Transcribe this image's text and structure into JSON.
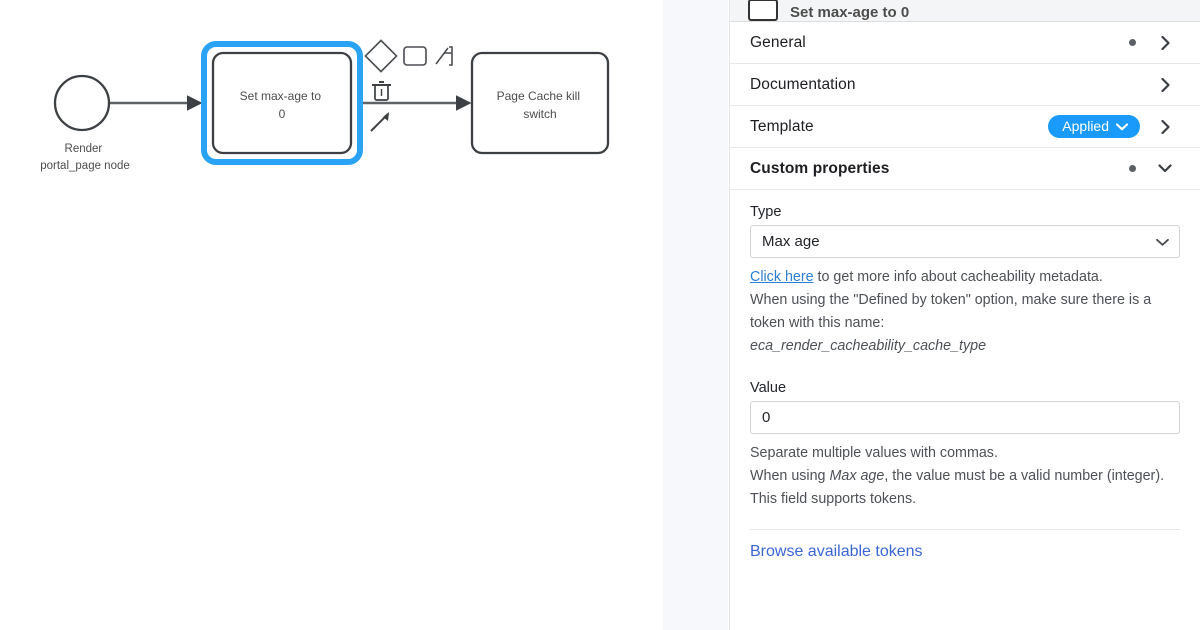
{
  "canvas": {
    "start_event": {
      "label_line1": "Render",
      "label_line2": "portal_page node",
      "icon": "start-event-circle"
    },
    "task_selected": {
      "label_line1": "Set max-age to",
      "label_line2": "0",
      "selected": true,
      "selection_color": "#2aa3f5"
    },
    "task_next": {
      "label_line1": "Page Cache kill",
      "label_line2": "switch"
    },
    "context_pad": {
      "items": [
        {
          "name": "append-gateway-icon",
          "glyph": "diamond"
        },
        {
          "name": "append-task-icon",
          "glyph": "rounded-rect"
        },
        {
          "name": "append-intermediate-event-icon",
          "glyph": "connect-bracket"
        },
        {
          "name": "delete-icon",
          "glyph": "trash"
        },
        {
          "name": "connect-icon",
          "glyph": "arrow"
        }
      ]
    },
    "stroke_color": "#3c3f43",
    "connection_color": "#5f6368"
  },
  "panel": {
    "header": {
      "title": "Set max-age to 0",
      "icon": "task-shape-icon"
    },
    "groups": [
      {
        "title": "General",
        "has_dot": true,
        "badge": null,
        "chevron": "right",
        "expanded": false
      },
      {
        "title": "Documentation",
        "has_dot": false,
        "badge": null,
        "chevron": "right",
        "expanded": false
      },
      {
        "title": "Template",
        "has_dot": false,
        "badge": "Applied",
        "chevron": "right",
        "expanded": false
      },
      {
        "title": "Custom properties",
        "has_dot": true,
        "badge": null,
        "chevron": "down",
        "expanded": true
      }
    ],
    "fields": {
      "type": {
        "label": "Type",
        "value": "Max age",
        "helper_link": "Click here",
        "helper_after_link": " to get more info about cacheability metadata.",
        "helper_line2": "When using the \"Defined by token\" option, make sure there is a token with this name:",
        "helper_token": "eca_render_cacheability_cache_type"
      },
      "value": {
        "label": "Value",
        "value": "0",
        "helper_line1": "Separate multiple values with commas.",
        "helper_line2_pre": "When using ",
        "helper_line2_em": "Max age",
        "helper_line2_post": ", the value must be a valid number (integer).",
        "helper_line3": "This field supports tokens."
      }
    },
    "tokens_link": "Browse available tokens",
    "accent_color": "#1a9bfc",
    "link_color": "#3a66d6"
  }
}
